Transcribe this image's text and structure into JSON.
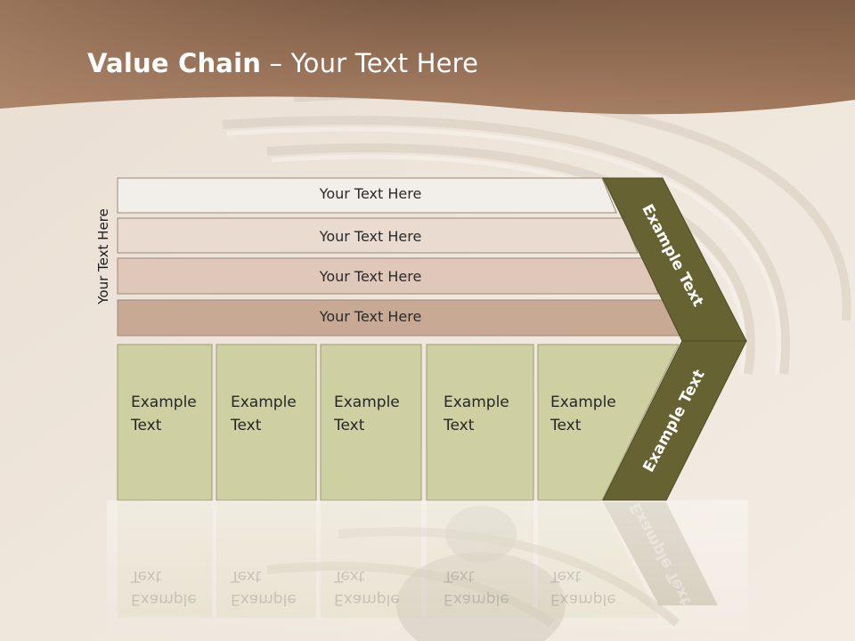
{
  "title": {
    "bold": "Value Chain",
    "rest": " – Your Text Here"
  },
  "side_label": "Your Text Here",
  "bars": [
    {
      "label": "Your Text Here",
      "color": "#f2efea"
    },
    {
      "label": "Your Text Here",
      "color": "#eadbd0"
    },
    {
      "label": "Your Text Here",
      "color": "#dfc8b9"
    },
    {
      "label": "Your Text Here",
      "color": "#c8a994"
    }
  ],
  "columns": [
    {
      "line1": "Example",
      "line2": "Text"
    },
    {
      "line1": "Example",
      "line2": "Text"
    },
    {
      "line1": "Example",
      "line2": "Text"
    },
    {
      "line1": "Example",
      "line2": "Text"
    },
    {
      "line1": "Example",
      "line2": "Text"
    }
  ],
  "chevron": {
    "upper": "Example Text",
    "lower": "Example Text",
    "color": "#666232"
  },
  "colors": {
    "header": "#9a6f4f",
    "column": "#cfd0a2",
    "sand": "#efe6dc"
  }
}
